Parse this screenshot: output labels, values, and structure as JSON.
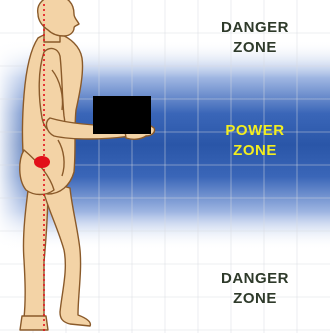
{
  "zones": {
    "top": {
      "line1": "DANGER",
      "line2": "ZONE"
    },
    "middle": {
      "line1": "POWER",
      "line2": "ZONE"
    },
    "bottom": {
      "line1": "DANGER",
      "line2": "ZONE"
    }
  },
  "colors": {
    "power_band": "#2f5fb3",
    "power_text": "#f3ee1f",
    "danger_text": "#2e3a2a",
    "skin": "#f3d3a6",
    "skin_outline": "#8a5a2a",
    "grid": "#d8dbe0",
    "center_of_gravity": "#e2101a",
    "box": "#000000"
  }
}
